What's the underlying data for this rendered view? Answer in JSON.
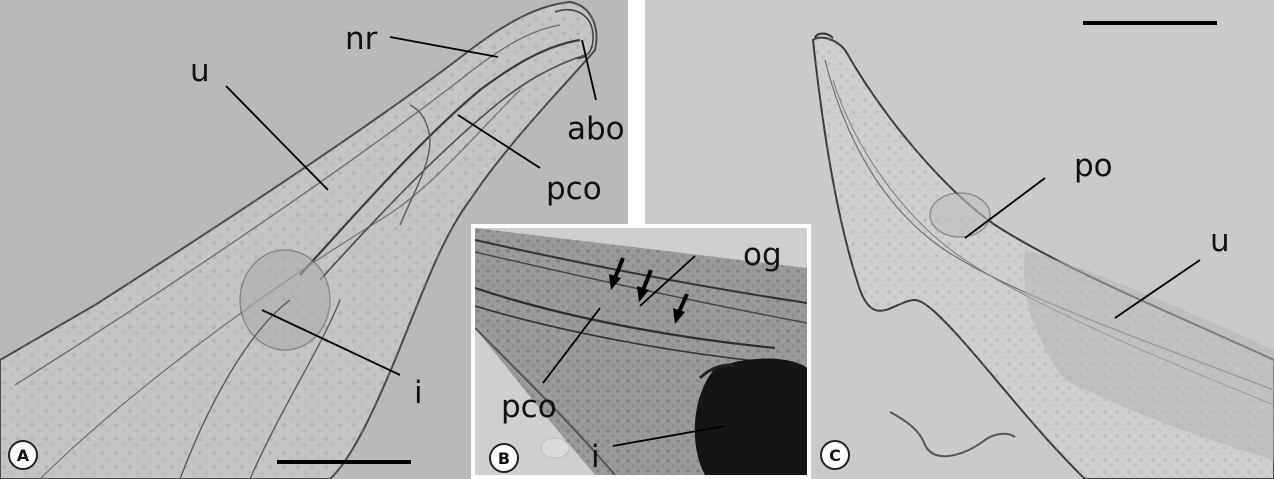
{
  "figure": {
    "background": "#ffffff",
    "panels": [
      {
        "letter": "A",
        "background": "#b9b9b9",
        "labels": {
          "nr": "nr",
          "u": "u",
          "abo": "abo",
          "pco": "pco",
          "i": "i"
        }
      },
      {
        "letter": "B",
        "background": "#cfcfcf",
        "labels": {
          "og": "og",
          "pco": "pco",
          "i": "i"
        },
        "arrow_count": 3
      },
      {
        "letter": "C",
        "background": "#cacaca",
        "labels": {
          "po": "po",
          "u": "u"
        }
      }
    ]
  }
}
